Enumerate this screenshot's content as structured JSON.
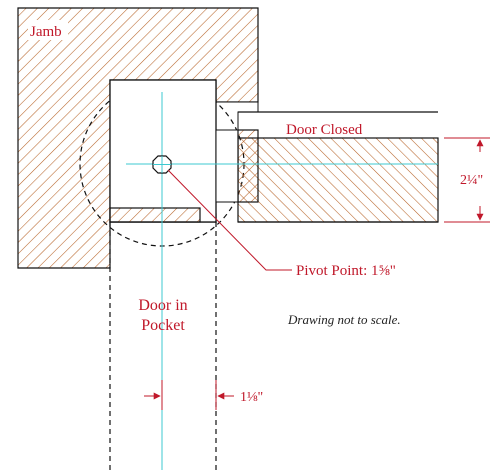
{
  "labels": {
    "jamb": "Jamb",
    "door_closed": "Door Closed",
    "thickness": "2¼\"",
    "pivot_point": "Pivot Point: 1⅝\"",
    "door_in_pocket_line1": "Door in",
    "door_in_pocket_line2": "Pocket",
    "not_to_scale": "Drawing not to scale.",
    "gap": "1⅛\""
  },
  "colors": {
    "hatch": "#b8652a",
    "annotation": "#c0182a",
    "centerline": "#3cc8d0",
    "outline": "#111111"
  }
}
